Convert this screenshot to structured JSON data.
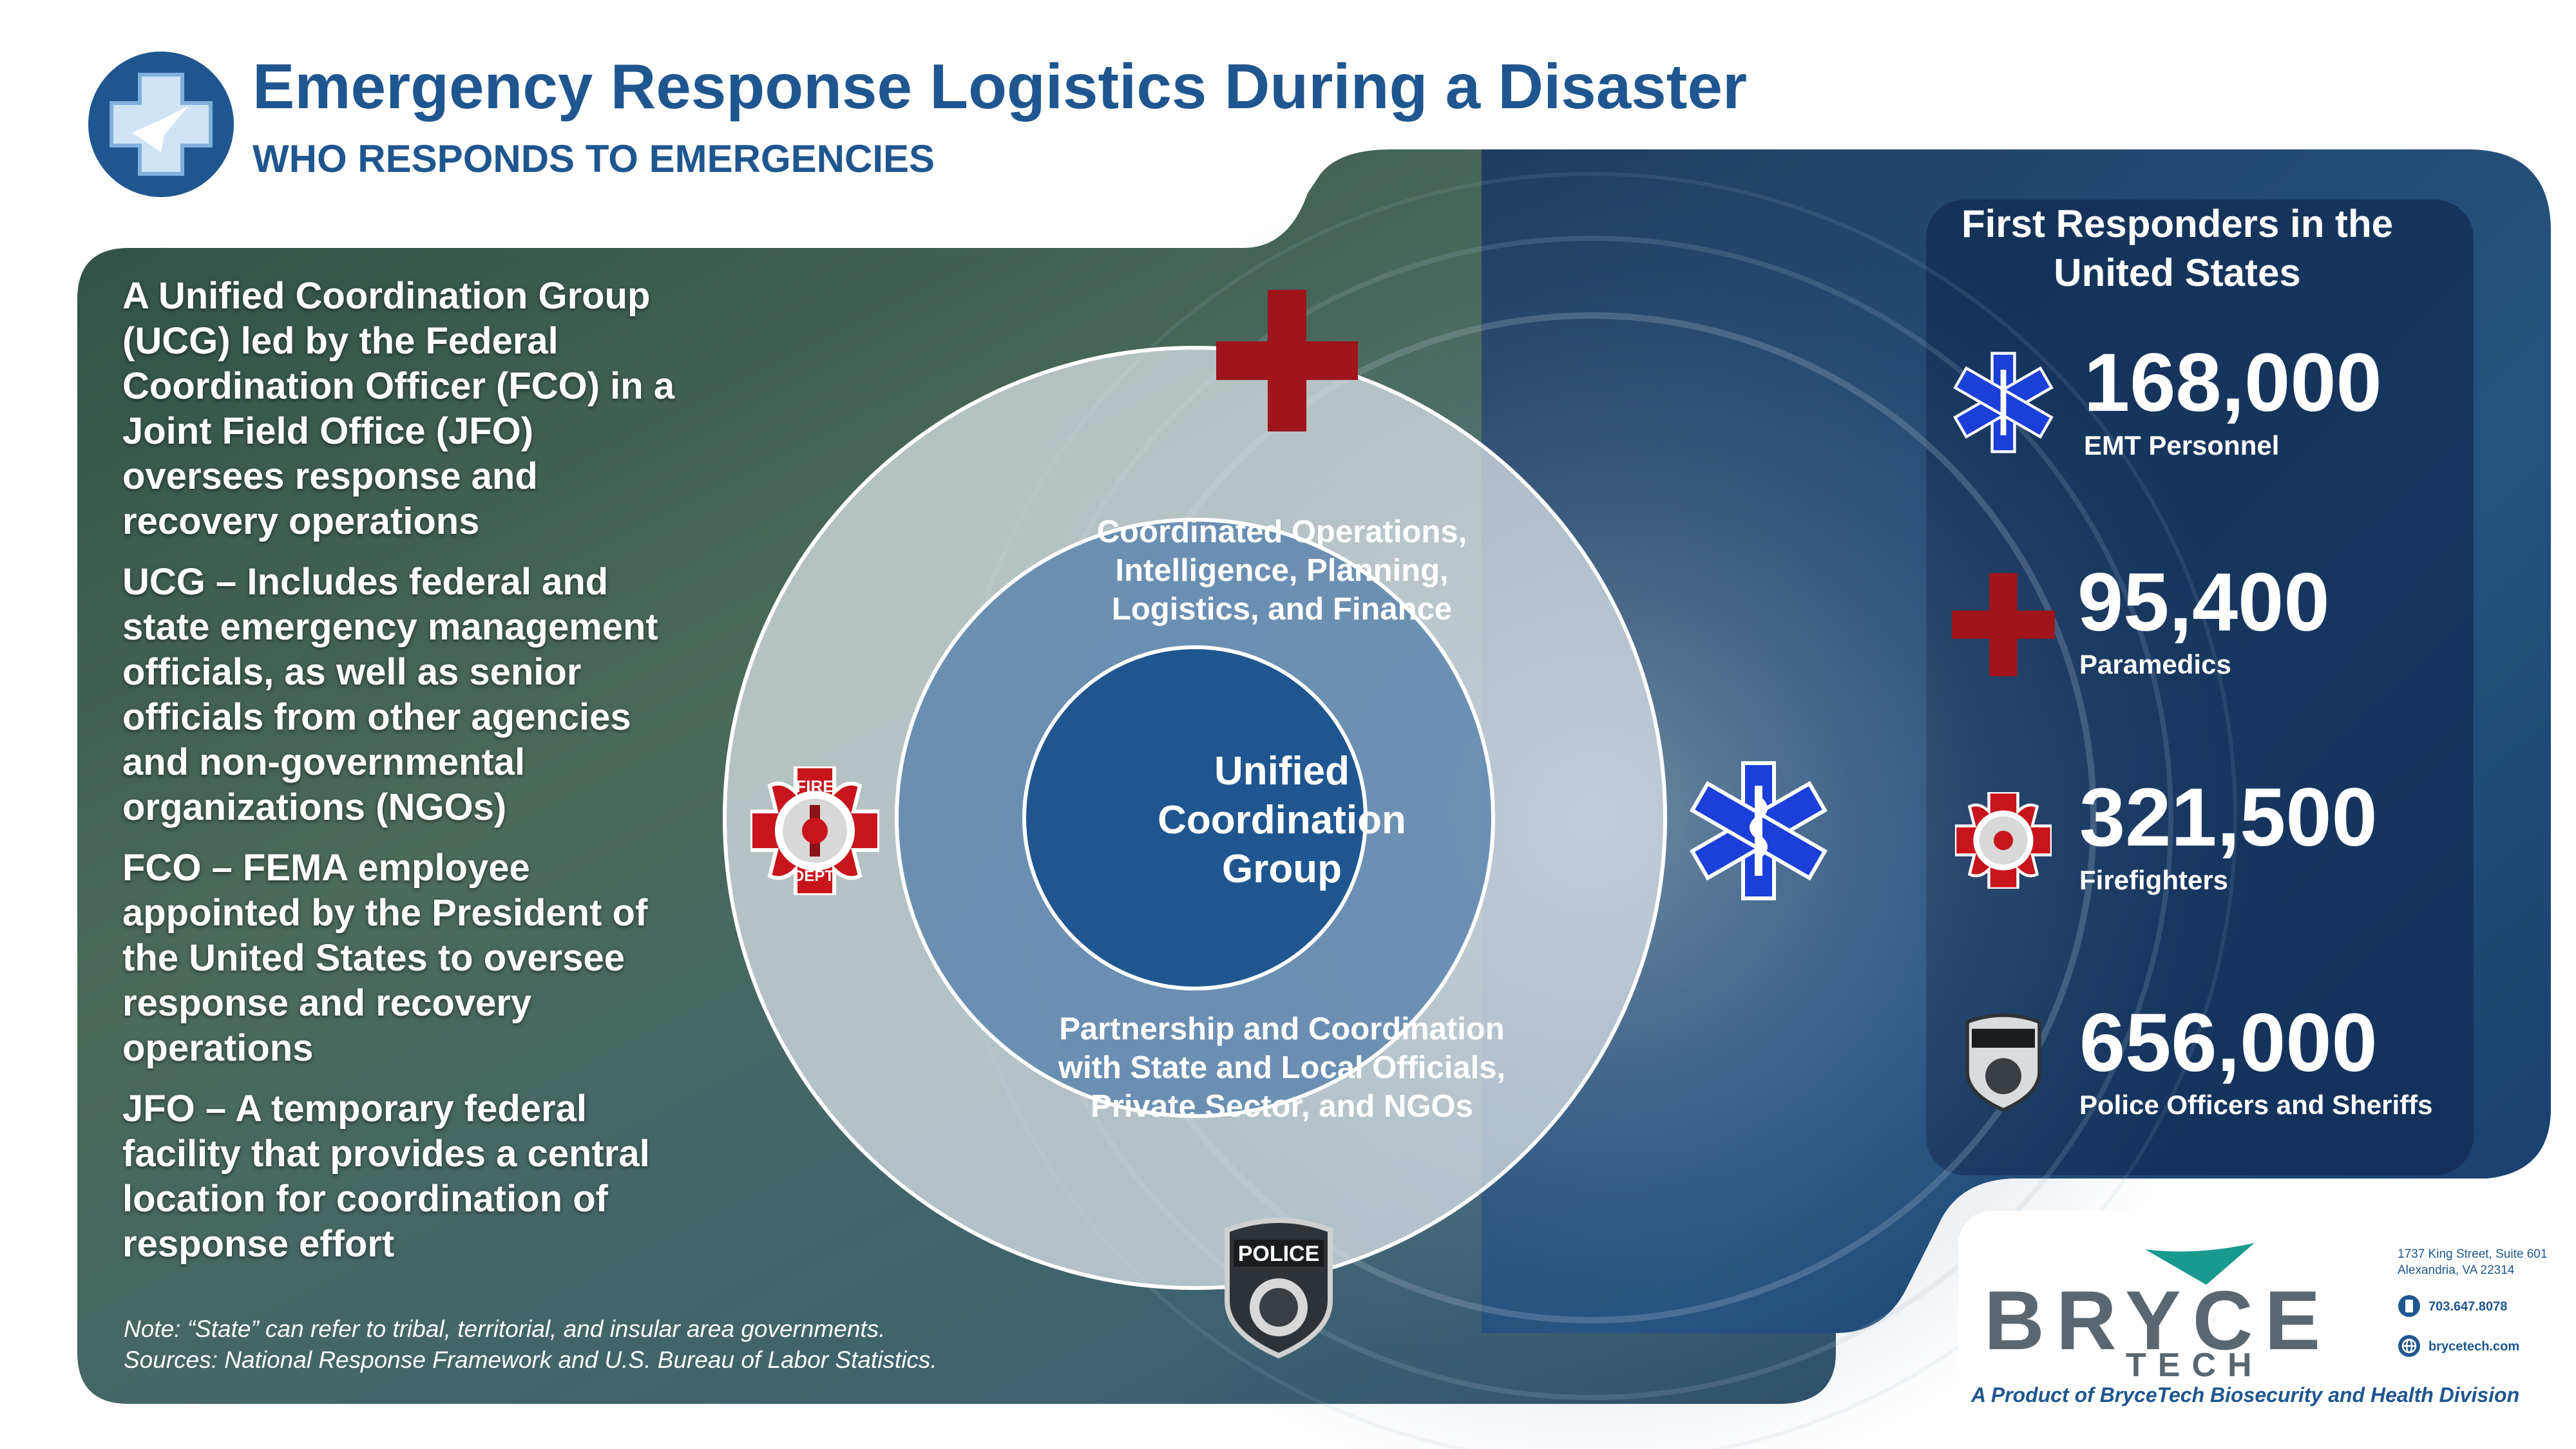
{
  "header": {
    "title": "Emergency Response Logistics During a Disaster",
    "subtitle": "WHO RESPONDS TO EMERGENCIES"
  },
  "left_text": {
    "paragraphs": [
      "A Unified Coordination Group (UCG) led by the Federal Coordination Officer (FCO) in a Joint Field Office (JFO) oversees response and recovery operations",
      "UCG – Includes federal and state emergency management officials, as well as senior officials from other agencies and non-governmental organizations (NGOs)",
      "FCO – FEMA employee appointed by the President of the United States to oversee response and recovery operations",
      "JFO – A temporary federal facility that provides a central location for coordination of response effort"
    ],
    "note": "Note: “State” can refer to tribal, territorial, and insular area governments.",
    "sources": "Sources: National Response Framework and U.S. Bureau of Labor Statistics."
  },
  "diagram": {
    "ring_top_text": "Coordinated Operations, Intelligence, Planning, Logistics, and Finance",
    "ring_bottom_text": "Partnership and Coordination with State and Local Officials, Private Sector, and NGOs",
    "core_text": "Unified Coordination Group",
    "icons": [
      "red-cross-icon",
      "fire-department-badge-icon",
      "star-of-life-icon",
      "police-badge-icon"
    ]
  },
  "stats": {
    "heading": "First Responders in the United States",
    "items": [
      {
        "value": "168,000",
        "label": "EMT Personnel",
        "icon": "star-of-life-icon"
      },
      {
        "value": "95,400",
        "label": "Paramedics",
        "icon": "red-cross-icon"
      },
      {
        "value": "321,500",
        "label": "Firefighters",
        "icon": "fire-department-badge-icon"
      },
      {
        "value": "656,000",
        "label": "Police Officers and Sheriffs",
        "icon": "police-badge-icon"
      }
    ]
  },
  "badge_text": {
    "fire_top": "FIRE",
    "fire_bottom": "DEPT.",
    "police": "POLICE"
  },
  "company": {
    "name": "BRYCE",
    "sub": "TECH",
    "address_line1": "1737 King Street, Suite 601",
    "address_line2": "Alexandria, VA 22314",
    "phone": "703.647.8078",
    "website": "brycetech.com",
    "tagline": "A Product of BryceTech Biosecurity and Health Division"
  },
  "colors": {
    "title_blue": "#1f568f",
    "panel_navy": "#10284f",
    "medical_red": "#a0141b",
    "star_blue": "#1b3fd9",
    "bryce_teal": "#1a9a8e"
  }
}
